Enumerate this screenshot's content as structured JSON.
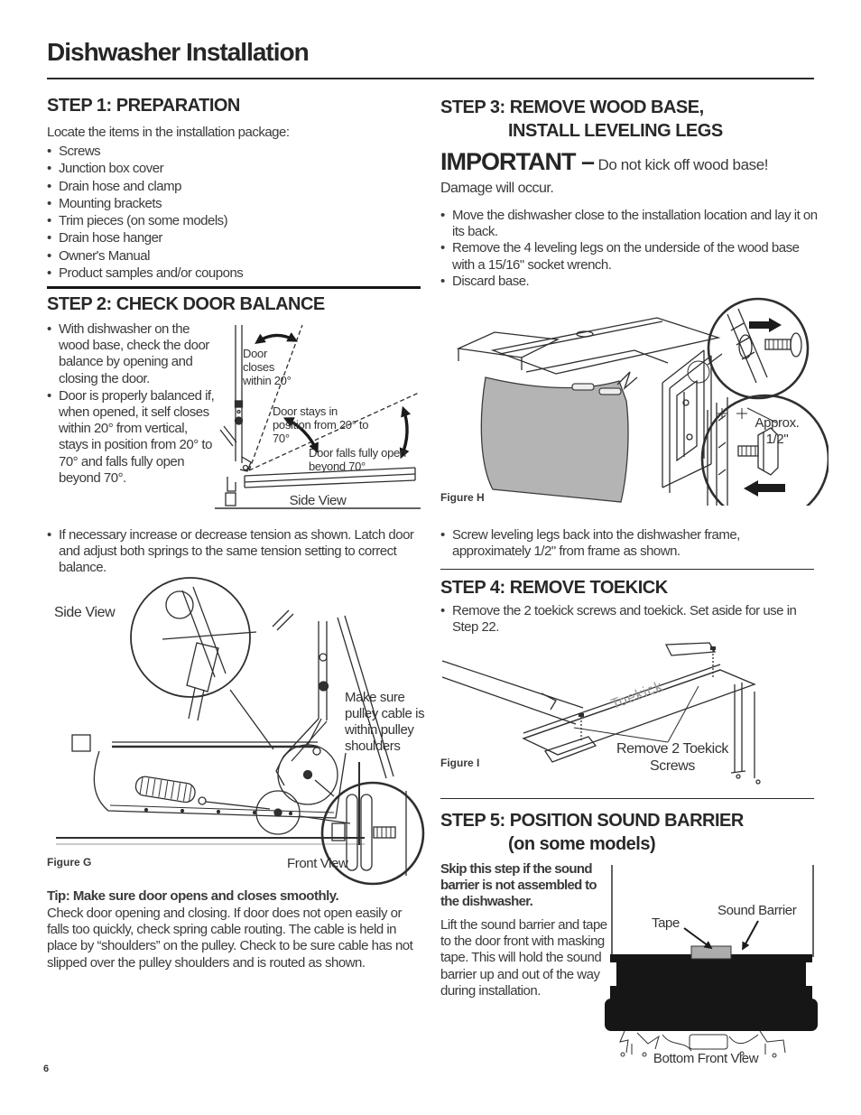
{
  "page": {
    "title": "Dishwasher Installation",
    "number": "6"
  },
  "colors": {
    "text": "#3a3a3a",
    "heading": "#262626",
    "line_art": "#2f2f2f",
    "gray_fill": "#b4b4b4",
    "tape_gray": "#adadad",
    "barrier_black": "#161616"
  },
  "step1": {
    "heading": "STEP 1: PREPARATION",
    "intro": "Locate the items in the installation package:",
    "items": [
      "Screws",
      "Junction box cover",
      "Drain hose and clamp",
      "Mounting brackets",
      "Trim pieces (on some models)",
      "Drain hose hanger",
      "Owner's Manual",
      "Product samples and/or coupons"
    ]
  },
  "step2": {
    "heading": "STEP 2: CHECK DOOR BALANCE",
    "bullets": [
      "With dishwasher on the wood base, check the door balance by opening and closing the door.",
      "Door is properly balanced if, when opened, it self closes within 20° from vertical, stays in position from 20° to 70° and falls fully open beyond 70°."
    ],
    "diagram": {
      "door_closes": "Door closes within 20°",
      "door_stays": "Door stays in position from 20° to 70°",
      "door_falls": "Door falls fully open beyond 70°",
      "caption": "Side View"
    },
    "tension_bullet": "If necessary increase or decrease tension as shown. Latch door and adjust both springs to the same tension setting to correct balance.",
    "figure_g": {
      "side_view": "Side View",
      "pulley_note": "Make sure pulley cable is within pulley shoulders",
      "front_view": "Front View",
      "label": "Figure G"
    },
    "tip_heading": "Tip: Make sure door opens and closes smoothly.",
    "tip_body": "Check door opening and closing. If door does not open easily or falls too quickly, check spring cable routing. The cable is held in place by “shoulders” on the pulley. Check to be sure cable has not slipped over the pulley shoulders and is routed as shown."
  },
  "step3": {
    "heading_line1": "STEP 3: REMOVE WOOD BASE,",
    "heading_line2": "INSTALL LEVELING LEGS",
    "important_word": "IMPORTANT –",
    "important_rest": "Do not kick off wood base!",
    "important_line2": "Damage will occur.",
    "bullets": [
      "Move the dishwasher close to the installation location and lay it on its back.",
      "Remove the 4 leveling legs on the underside of the wood base with a 15/16\" socket wrench.",
      "Discard base."
    ],
    "figure_h": {
      "label": "Figure H",
      "approx": "Approx. 1/2\""
    },
    "leveling_bullet": "Screw leveling legs back into the dishwasher frame, approximately 1/2\" from frame as shown."
  },
  "step4": {
    "heading": "STEP 4: REMOVE TOEKICK",
    "bullet": "Remove the 2 toekick screws and toekick. Set aside for use in Step 22.",
    "figure_i": {
      "label": "Figure I",
      "toekick": "Toekick",
      "remove_label": "Remove 2 Toekick Screws"
    }
  },
  "step5": {
    "heading_line1": "STEP 5: POSITION SOUND BARRIER",
    "heading_line2": "(on some models)",
    "skip_note": "Skip this step if the sound barrier is not assembled to the dishwasher.",
    "body": "Lift the sound barrier and tape to the door front with masking tape. This will hold the sound barrier up and out of the way during installation.",
    "diagram": {
      "tape": "Tape",
      "sound_barrier": "Sound Barrier",
      "caption": "Bottom Front View"
    }
  }
}
